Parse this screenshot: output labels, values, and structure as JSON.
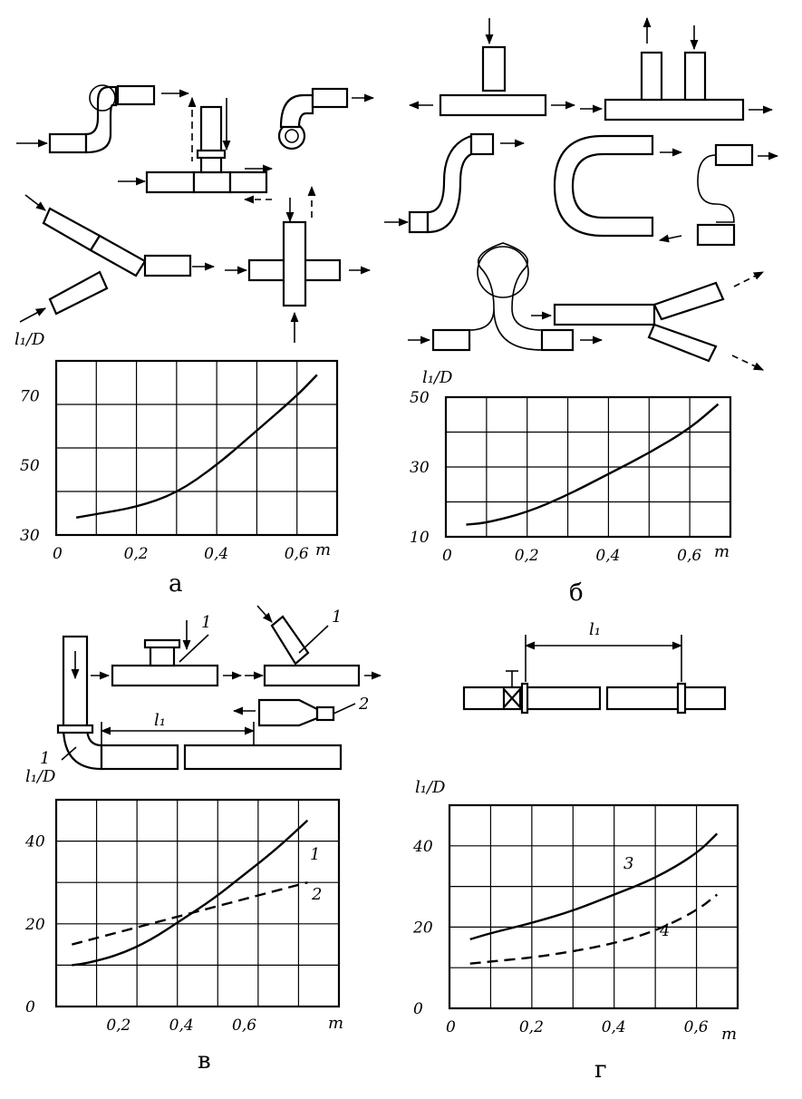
{
  "panels": {
    "a": {
      "caption": "а",
      "ylabel": "l₁/D",
      "xlabel": "m"
    },
    "b": {
      "caption": "б",
      "ylabel": "l₁/D",
      "xlabel": "m"
    },
    "v": {
      "caption": "в",
      "ylabel": "l₁/D",
      "xlabel": "m",
      "diagram_labels": [
        "1",
        "1",
        "2",
        "1",
        "l₁"
      ]
    },
    "g": {
      "caption": "г",
      "ylabel": "l₁/D",
      "xlabel": "m",
      "diagram_labels": [
        "l₁"
      ]
    }
  },
  "chart_data": [
    {
      "panel": "а",
      "type": "line",
      "xlabel": "m",
      "ylabel": "l₁/D",
      "xlim": [
        0,
        0.7
      ],
      "ylim": [
        30,
        80
      ],
      "xticks": [
        "0",
        "0,2",
        "0,4",
        "0,6"
      ],
      "yticks": [
        "30",
        "50",
        "70"
      ],
      "grid": true,
      "series": [
        {
          "style": "solid",
          "x": [
            0.05,
            0.1,
            0.2,
            0.3,
            0.4,
            0.5,
            0.6,
            0.65
          ],
          "y": [
            35,
            36,
            38,
            42,
            50,
            60,
            70,
            76
          ]
        }
      ]
    },
    {
      "panel": "б",
      "type": "line",
      "xlabel": "m",
      "ylabel": "l₁/D",
      "xlim": [
        0,
        0.7
      ],
      "ylim": [
        10,
        50
      ],
      "xticks": [
        "0",
        "0,2",
        "0,4",
        "0,6"
      ],
      "yticks": [
        "10",
        "30",
        "50"
      ],
      "grid": true,
      "series": [
        {
          "style": "solid",
          "x": [
            0.05,
            0.1,
            0.2,
            0.3,
            0.4,
            0.5,
            0.6,
            0.67
          ],
          "y": [
            13.5,
            14,
            17,
            22,
            28,
            34,
            41,
            48
          ]
        }
      ]
    },
    {
      "panel": "в",
      "type": "line",
      "xlabel": "m",
      "ylabel": "l₁/D",
      "xlim": [
        0,
        0.9
      ],
      "ylim": [
        0,
        50
      ],
      "xticks": [
        "0,2",
        "0,4",
        "0,6"
      ],
      "yticks": [
        "0",
        "20",
        "40"
      ],
      "grid": true,
      "series": [
        {
          "name": "1",
          "style": "solid",
          "x": [
            0.05,
            0.1,
            0.2,
            0.3,
            0.4,
            0.5,
            0.6,
            0.7,
            0.8
          ],
          "y": [
            10,
            10.5,
            12.5,
            16,
            21,
            26,
            32,
            38,
            45
          ]
        },
        {
          "name": "2",
          "style": "dashed",
          "x": [
            0.05,
            0.1,
            0.2,
            0.3,
            0.4,
            0.5,
            0.6,
            0.7,
            0.8
          ],
          "y": [
            15,
            16,
            18,
            20,
            22,
            24,
            26,
            28,
            30
          ]
        }
      ]
    },
    {
      "panel": "г",
      "type": "line",
      "xlabel": "m",
      "ylabel": "l₁/D",
      "xlim": [
        0,
        0.7
      ],
      "ylim": [
        0,
        50
      ],
      "xticks": [
        "0",
        "0,2",
        "0,4",
        "0,6"
      ],
      "yticks": [
        "0",
        "20",
        "40"
      ],
      "grid": true,
      "series": [
        {
          "name": "3",
          "style": "solid",
          "x": [
            0.05,
            0.1,
            0.2,
            0.3,
            0.4,
            0.5,
            0.6,
            0.65
          ],
          "y": [
            17,
            18.5,
            21,
            24,
            28,
            32,
            38,
            43
          ]
        },
        {
          "name": "4",
          "style": "dashed",
          "x": [
            0.05,
            0.1,
            0.2,
            0.3,
            0.4,
            0.5,
            0.6,
            0.65
          ],
          "y": [
            11,
            11.5,
            12.5,
            14,
            16,
            19,
            24,
            28
          ]
        }
      ]
    }
  ]
}
